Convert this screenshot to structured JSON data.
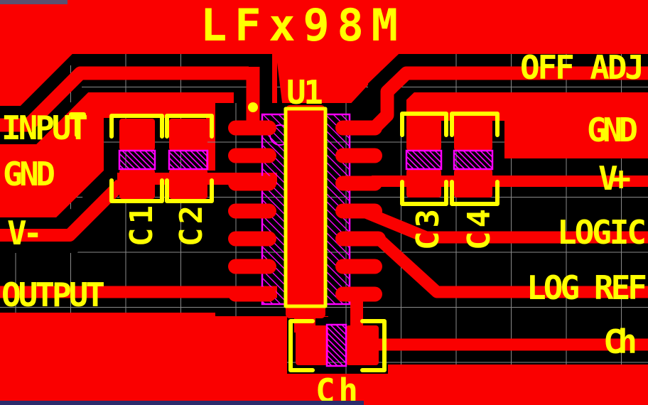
{
  "app": {
    "description": "PCB layout editor viewport (copper top layer, silkscreen, courtyards, grid)"
  },
  "board": {
    "silkscreen_title": "LFx98M"
  },
  "labels": {
    "left": {
      "input": "INPUT",
      "gnd": "GND",
      "vminus": "V-",
      "output": "OUTPUT"
    },
    "right": {
      "off_adj": "OFF ADJ",
      "gnd": "GND",
      "vplus": "V+",
      "logic": "LOGIC",
      "log_ref": "LOG REF",
      "ch": "Ch"
    },
    "bottom": {
      "ch": "Ch"
    },
    "refdes": {
      "u1": "U1",
      "c1": "C1",
      "c2": "C2",
      "c3": "C3",
      "c4": "C4"
    }
  },
  "colors": {
    "copper": "#fa0000",
    "silkscreen": "#ffff00",
    "courtyard": "#ff00ff",
    "grid": "#8a8a8a",
    "background": "#000000",
    "corner_bar_top": "#5a5170",
    "corner_bar_bottom": "#2c2c6c"
  }
}
